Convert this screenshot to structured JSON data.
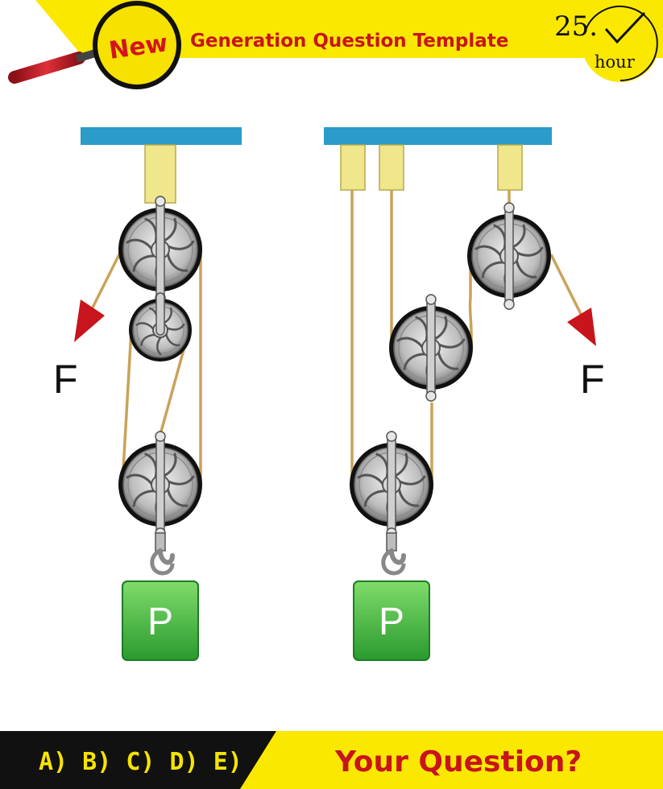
{
  "header": {
    "badge": "New",
    "title": "Generation Question Template",
    "question_number": "25.",
    "hour_label": "hour"
  },
  "diagram": {
    "force_label": "F",
    "weight_label": "P"
  },
  "footer": {
    "options": "A) B) C) D) E)",
    "prompt": "Your Question?"
  },
  "colors": {
    "yellow": "#fbe800",
    "red": "#c8141c",
    "ceiling_blue": "#2b9bc9",
    "rope": "#c9a35a",
    "weight_green": "#3cb43c",
    "footer_black": "#111111"
  }
}
